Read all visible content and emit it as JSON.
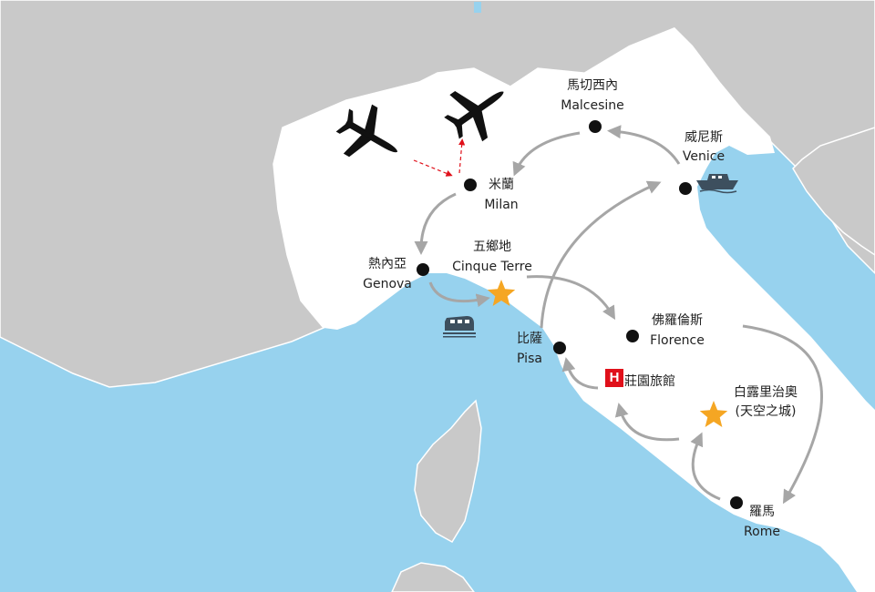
{
  "colors": {
    "sea": "#97d2ee",
    "italy": "#ffffff",
    "neighbors": "#c9c9c9",
    "route": "#a6a6a6",
    "dot": "#111111",
    "star": "#f5a623",
    "hotel": "#e0101a",
    "flight": "#e0101a"
  },
  "cities": {
    "malcesine": {
      "zh": "馬切西內",
      "en": "Malcesine"
    },
    "venice": {
      "zh": "威尼斯",
      "en": "Venice"
    },
    "milan": {
      "zh": "米蘭",
      "en": "Milan"
    },
    "genova": {
      "zh": "熱內亞",
      "en": "Genova"
    },
    "cinque": {
      "zh": "五鄉地",
      "en": "Cinque Terre"
    },
    "florence": {
      "zh": "佛羅倫斯",
      "en": "Florence"
    },
    "pisa": {
      "zh": "比薩",
      "en": "Pisa"
    },
    "bagnoregio": {
      "zh": "白露里治奧",
      "sub": "(天空之城)"
    },
    "rome": {
      "zh": "羅馬",
      "en": "Rome"
    }
  },
  "hotel": {
    "badge": "H",
    "label": "莊園旅館"
  },
  "icons": [
    "airplane-icon",
    "train-icon",
    "boat-icon",
    "star-icon",
    "hotel-icon"
  ]
}
